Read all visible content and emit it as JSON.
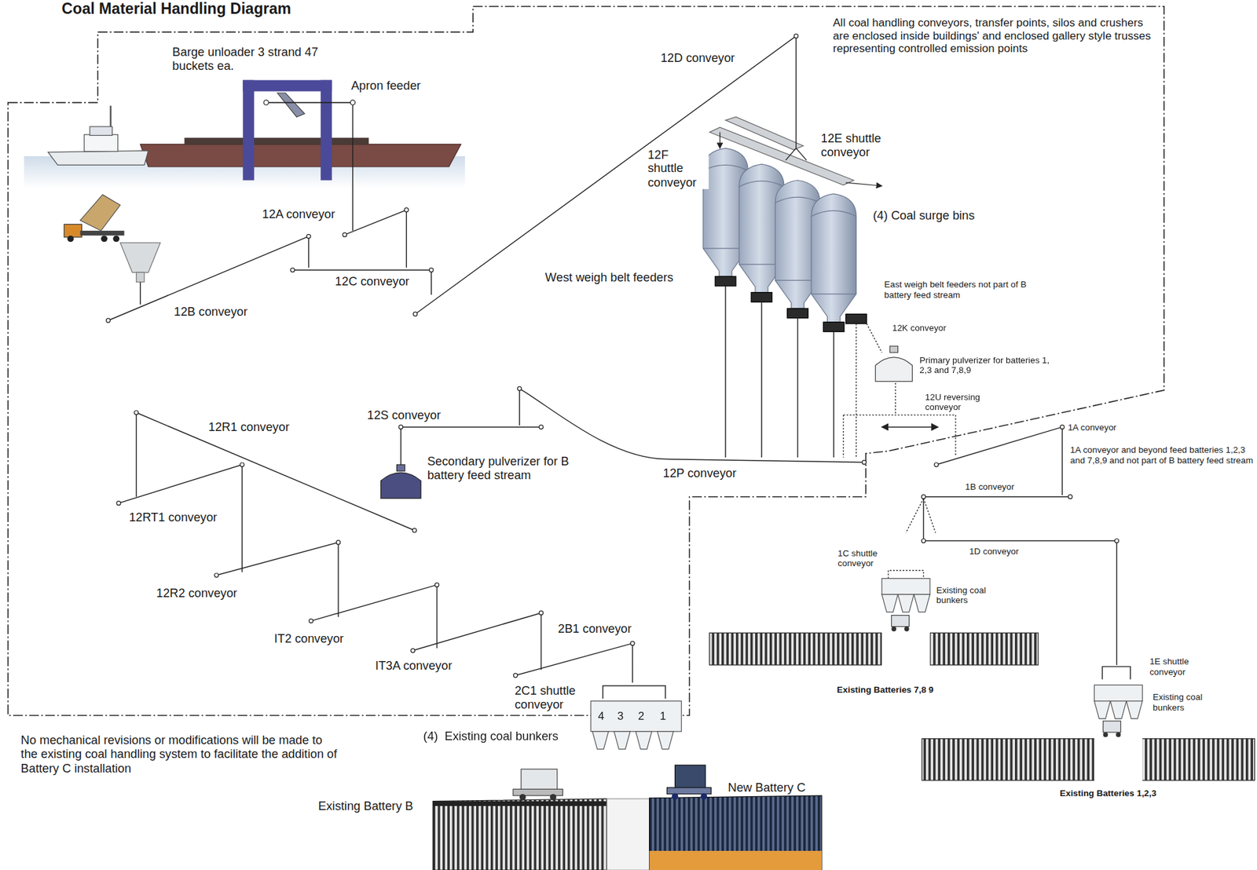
{
  "diagram": {
    "title": "Coal Material Handling Diagram",
    "labels": [
      "Barge unloader 3 strand 47 buckets ea.",
      "Apron feeder",
      "12A conveyor",
      "12C conveyor",
      "12B conveyor",
      "12D conveyor",
      "All coal handling conveyors, transfer points, silos and crushers are enclosed inside buildings' and enclosed gallery style trusses representing controlled emission points",
      "12F shuttle conveyor",
      "12E shuttle conveyor",
      "(4) Coal surge bins",
      "West weigh belt feeders",
      "East weigh belt feeders not part of B battery feed stream",
      "12K conveyor",
      "Primary pulverizer for batteries 1, 2,3 and 7,8,9",
      "12U reversing conveyor",
      "1A conveyor",
      "1A conveyor and beyond feed batteries 1,2,3 and 7,8,9 and not part of B battery feed stream",
      "1B conveyor",
      "12S conveyor",
      "12R1 conveyor",
      "Secondary pulverizer for B battery feed stream",
      "12P conveyor",
      "12RT1 conveyor",
      "1C shuttle conveyor",
      "1D conveyor",
      "Existing coal bunkers",
      "12R2 conveyor",
      "IT2 conveyor",
      "2B1 conveyor",
      "IT3A conveyor",
      "Existing Batteries 7,8 9",
      "1E shuttle conveyor",
      "Existing coal bunkers",
      "2C1 shuttle conveyor",
      "4",
      "3",
      "2",
      "1",
      "(4)  Existing coal bunkers",
      "No mechanical revisions or modifications will be made to the existing coal handling system to facilitate the addition of Battery C installation",
      "Existing Battery B",
      "New Battery C",
      "Existing Batteries 1,2,3"
    ]
  }
}
